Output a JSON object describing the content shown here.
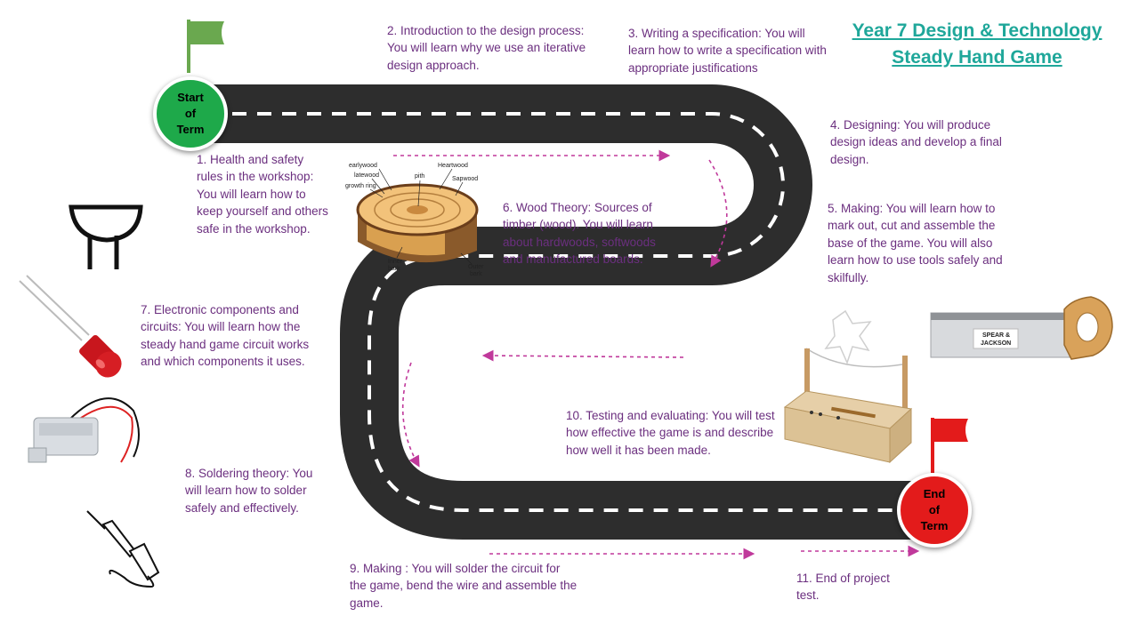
{
  "title": {
    "line1": "Year 7 Design & Technology",
    "line2": "Steady Hand Game"
  },
  "start_marker": {
    "line1": "Start",
    "line2": "of",
    "line3": "Term"
  },
  "end_marker": {
    "line1": "End",
    "line2": "of",
    "line3": "Term"
  },
  "steps": {
    "s1": "1. Health and safety rules in the workshop: You will learn how to keep yourself and others safe in the workshop.",
    "s2": "2.  Introduction to the design process:  You will learn why we use an iterative design approach.",
    "s3": "3. Writing a specification:  You will learn how to write a specification with appropriate justifications",
    "s4": "4. Designing: You will produce design ideas and develop a final design.",
    "s5": "5. Making: You will learn how to  mark out, cut and assemble the base of the game. You will also learn how to use tools safely and skilfully.",
    "s6": "6. Wood Theory: Sources of timber (wood). You will learn about hardwoods, softwoods and manufactured boards.",
    "s7": "7. Electronic components and circuits: You will learn how the steady hand game circuit works and which components it uses.",
    "s8": "8. Soldering theory: You will learn how to solder safely and effectively.",
    "s9": "9.  Making : You will solder the circuit for the game, bend the wire and assemble the game.",
    "s10": "10. Testing and evaluating: You will test how effective the game is and describe how well it has been made.",
    "s11": "11. End of project test."
  },
  "wood_labels": {
    "earlywood": "earlywood",
    "latewood": "latewood",
    "growth_ring": "growth ring",
    "pith": "pith",
    "heartwood": "Heartwood",
    "sapwood": "Sapwood",
    "inner_bark_1": "Inner",
    "inner_bark_2": "bark",
    "outer_bark_1": "Outer",
    "outer_bark_2": "bark"
  },
  "saw_brand": {
    "line1": "SPEAR &",
    "line2": "JACKSON"
  },
  "colors": {
    "title": "#1fa79a",
    "text": "#6b2f7f",
    "road": "#2d2d2d",
    "start": "#1ea94a",
    "end": "#e31b1b",
    "arrow": "#c0399b"
  },
  "icons": [
    "start-flag-icon",
    "end-flag-icon",
    "soldering-stand-icon",
    "led-icon",
    "buzzer-icon",
    "soldering-iron-icon",
    "tree-trunk-icon",
    "tenon-saw-icon",
    "steady-hand-game-icon"
  ]
}
